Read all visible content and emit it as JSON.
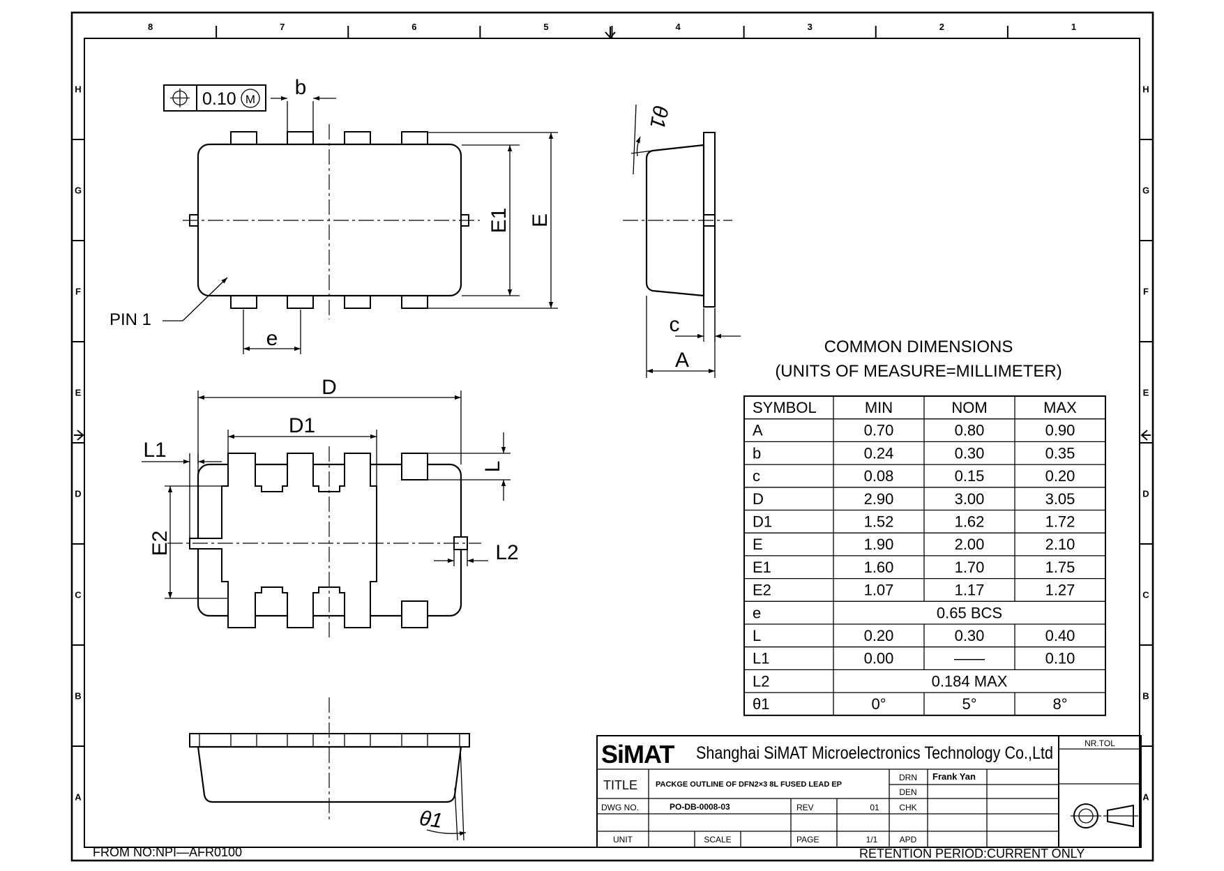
{
  "border": {
    "column_labels": [
      "8",
      "7",
      "6",
      "5",
      "4",
      "3",
      "2",
      "1"
    ],
    "row_labels": [
      "H",
      "G",
      "F",
      "E",
      "D",
      "C",
      "B",
      "A"
    ]
  },
  "labels": {
    "tolerance": "0.10",
    "tolerance_modifier": "M",
    "b": "b",
    "e": "e",
    "E1": "E1",
    "E": "E",
    "pin1": "PIN 1",
    "theta1_side": "θ1",
    "theta1_bottom": "θ1",
    "c": "c",
    "A": "A",
    "D": "D",
    "D1": "D1",
    "L1": "L1",
    "L": "L",
    "E2": "E2",
    "L2": "L2"
  },
  "dimensions": {
    "title": "COMMON DIMENSIONS",
    "subtitle": "(UNITS OF MEASURE=MILLIMETER)",
    "headers": [
      "SYMBOL",
      "MIN",
      "NOM",
      "MAX"
    ],
    "rows": [
      {
        "symbol": "A",
        "min": "0.70",
        "nom": "0.80",
        "max": "0.90"
      },
      {
        "symbol": "b",
        "min": "0.24",
        "nom": "0.30",
        "max": "0.35"
      },
      {
        "symbol": "c",
        "min": "0.08",
        "nom": "0.15",
        "max": "0.20"
      },
      {
        "symbol": "D",
        "min": "2.90",
        "nom": "3.00",
        "max": "3.05"
      },
      {
        "symbol": "D1",
        "min": "1.52",
        "nom": "1.62",
        "max": "1.72"
      },
      {
        "symbol": "E",
        "min": "1.90",
        "nom": "2.00",
        "max": "2.10"
      },
      {
        "symbol": "E1",
        "min": "1.60",
        "nom": "1.70",
        "max": "1.75"
      },
      {
        "symbol": "E2",
        "min": "1.07",
        "nom": "1.17",
        "max": "1.27"
      },
      {
        "symbol": "e",
        "span": "0.65 BCS"
      },
      {
        "symbol": "L",
        "min": "0.20",
        "nom": "0.30",
        "max": "0.40"
      },
      {
        "symbol": "L1",
        "min": "0.00",
        "nom": "——",
        "max": "0.10"
      },
      {
        "symbol": "L2",
        "span": "0.184 MAX"
      },
      {
        "symbol": "θ1",
        "min": "0°",
        "nom": "5°",
        "max": "8°"
      }
    ]
  },
  "title_block": {
    "logo": "SiMAT",
    "company": "Shanghai SiMAT Microelectronics Technology Co.,Ltd",
    "nr_tol": "NR.TOL",
    "title_label": "TITLE",
    "title_value": "PACKGE OUTLINE OF DFN2×3 8L FUSED LEAD EP",
    "drn_label": "DRN",
    "drn_value": "Frank Yan",
    "den_label": "DEN",
    "chk_label": "CHK",
    "apd_label": "APD",
    "dwg_label": "DWG NO.",
    "dwg_value": "PO-DB-0008-03",
    "rev_label": "REV",
    "rev_value": "01",
    "unit_label": "UNIT",
    "scale_label": "SCALE",
    "page_label": "PAGE",
    "page_value": "1/1"
  },
  "footer": {
    "from": "FROM  NO:NPI—AFR0100",
    "retention": "RETENTION  PERIOD:CURRENT  ONLY"
  }
}
